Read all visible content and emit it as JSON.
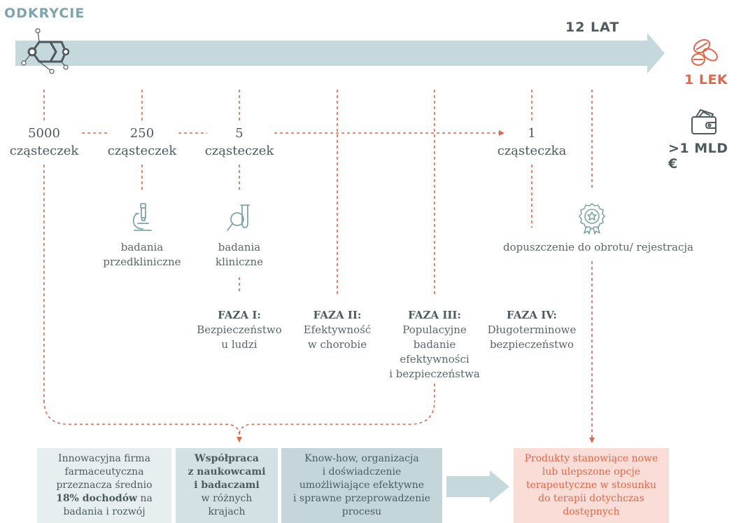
{
  "header": {
    "title": "ODKRYCIE",
    "duration": "12 LAT"
  },
  "result": {
    "drug": "1 LEK",
    "cost": ">1 MLD €"
  },
  "counts": [
    {
      "number": "5000",
      "unit": "cząsteczek"
    },
    {
      "number": "250",
      "unit": "cząsteczek"
    },
    {
      "number": "5",
      "unit": "cząsteczek"
    },
    {
      "number": "1",
      "unit": "cząsteczka"
    }
  ],
  "stages": {
    "preclinical": {
      "line1": "badania",
      "line2": "przedkliniczne"
    },
    "clinical": {
      "line1": "badania",
      "line2": "kliniczne"
    },
    "approval": "dopuszczenie do obrotu/ rejestracja"
  },
  "phases": [
    {
      "title": "FAZA I:",
      "lines": [
        "Bezpieczeństwo",
        "u ludzi"
      ]
    },
    {
      "title": "FAZA II:",
      "lines": [
        "Efektywność",
        "w chorobie"
      ]
    },
    {
      "title": "FAZA III:",
      "lines": [
        "Populacyjne",
        "badanie",
        "efektywności",
        "i bezpieczeństwa"
      ]
    },
    {
      "title": "FAZA IV:",
      "lines": [
        "Długoterminowe",
        "bezpieczeństwo"
      ]
    }
  ],
  "boxes": {
    "box1": {
      "l1": "Innowacyjna firma",
      "l2": "farmaceutyczna",
      "l3": "przeznacza średnio",
      "l4_bold": "18% dochodów",
      "l4_rest": " na",
      "l5": "badania i rozwój"
    },
    "box2": {
      "l1": "Współpraca",
      "l2": "z naukowcami",
      "l3": "i badaczami",
      "l4": "w różnych krajach"
    },
    "box3": {
      "l1": "Know-how, organizacja",
      "l2": "i doświadczenie",
      "l3": "umożliwiające efektywne",
      "l4": "i sprawne przeprowadzenie",
      "l5": "procesu"
    },
    "box4": {
      "l1": "Produkty stanowiące nowe",
      "l2": "lub ulepszone opcje",
      "l3": "terapeutyczne w stosunku",
      "l4": "do terapii dotychczas",
      "l5": "dostępnych"
    }
  },
  "colors": {
    "arrow": "#c5d9dd",
    "accent": "#e0674a",
    "text": "#4d5a5e",
    "teal": "#7ea4ad",
    "box1": "#e6eef0",
    "box2": "#d3e1e4",
    "box3": "#c4d6da",
    "box4": "#f9ddd6"
  },
  "icons": [
    "molecule-icon",
    "pills-icon",
    "wallet-icon",
    "microscope-icon",
    "test-tube-magnifier-icon",
    "award-badge-icon",
    "box-arrow-icon"
  ]
}
